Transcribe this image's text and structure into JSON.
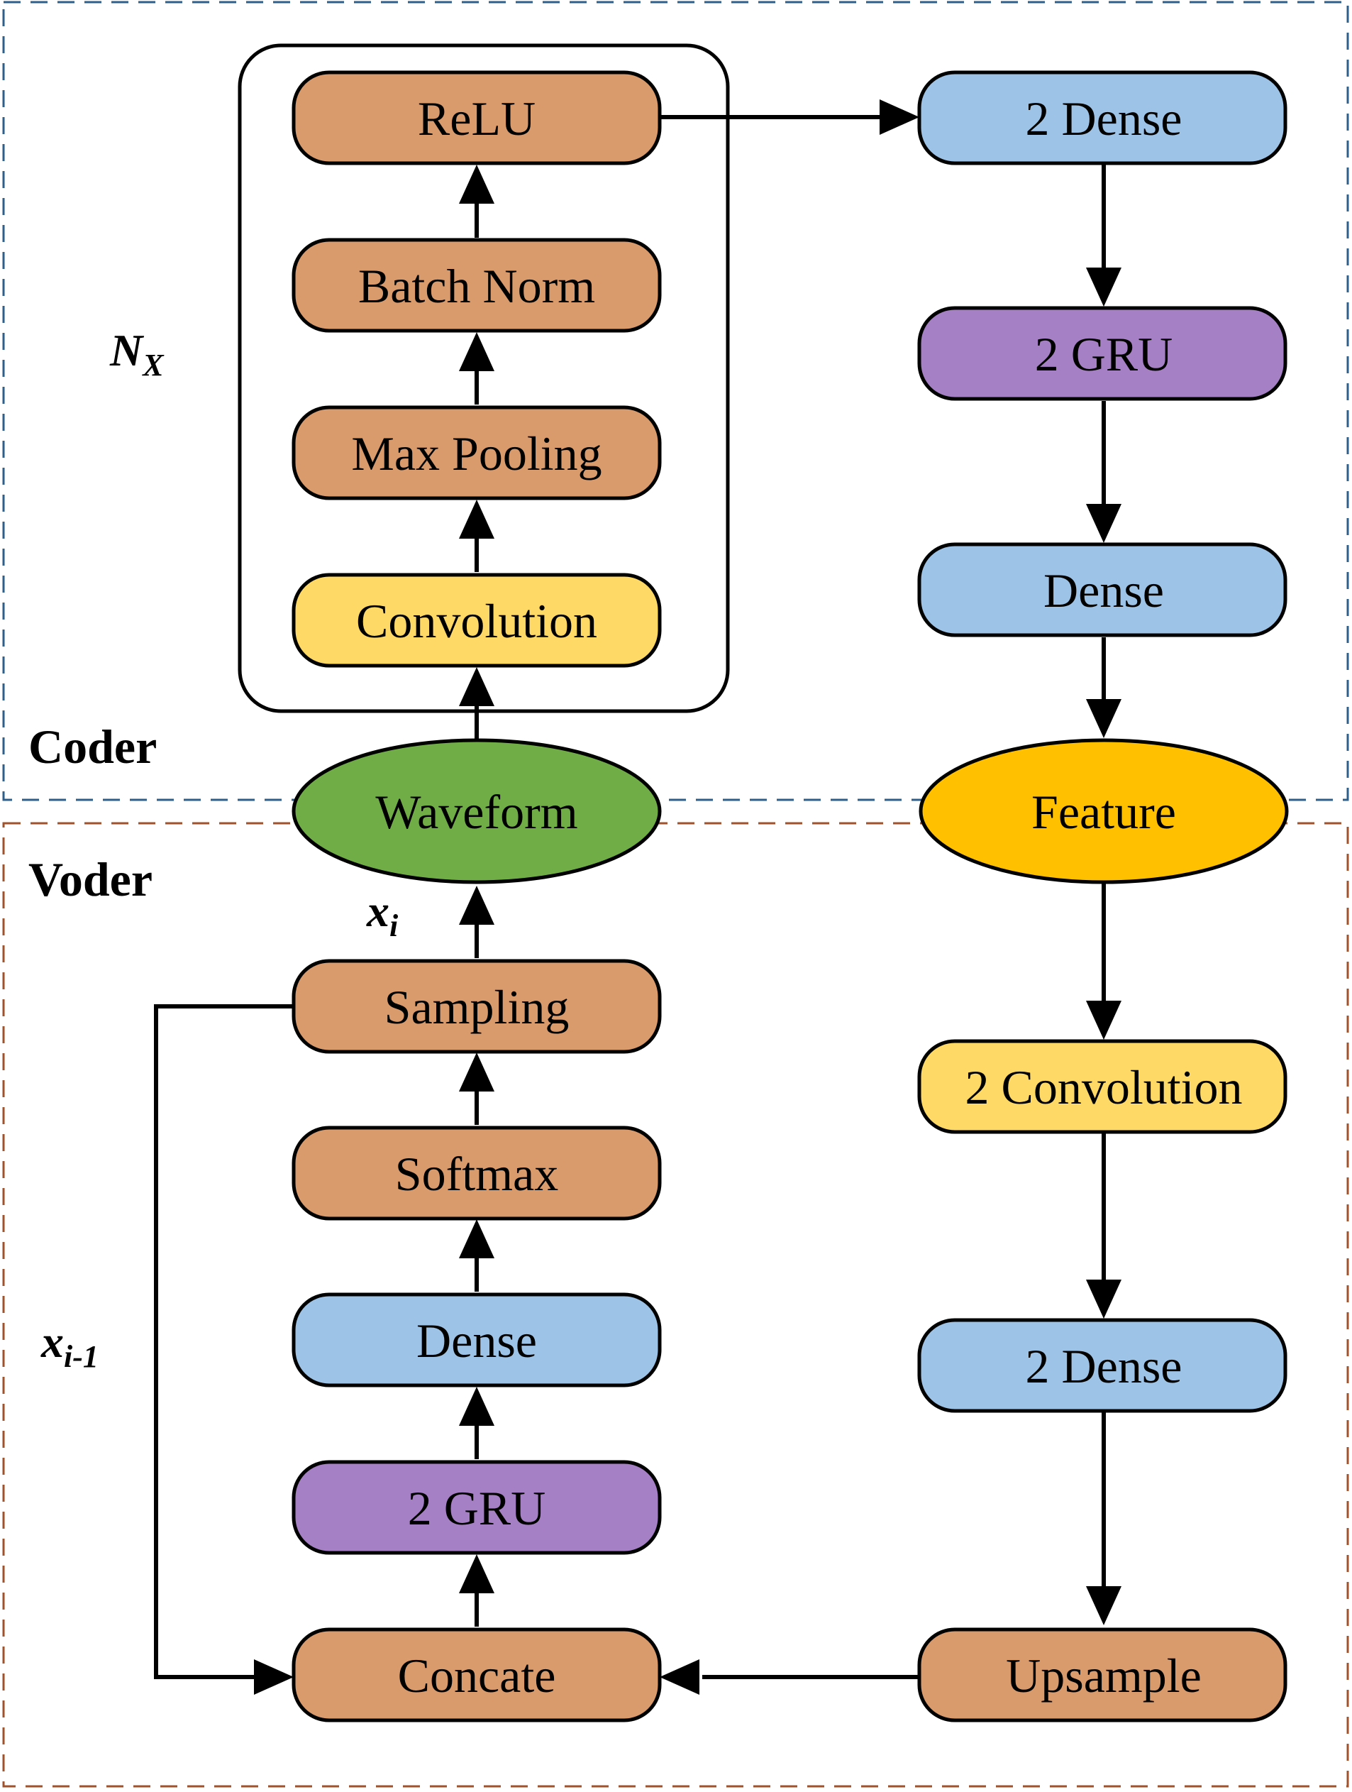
{
  "colors": {
    "orange": "#D99A6C",
    "yellow": "#FFD966",
    "blue": "#9DC3E6",
    "purple": "#A680C4",
    "green": "#70AD47",
    "gold": "#FFC000",
    "coder_border": "#2E5F8A",
    "voder_border": "#A0522D"
  },
  "sections": {
    "coder": "Coder",
    "voder": "Voder"
  },
  "labels": {
    "nx_main": "N",
    "nx_sub": "X",
    "xi_main": "x",
    "xi_sub": "i",
    "xim1_main": "x",
    "xim1_sub": "i-1"
  },
  "nodes": {
    "relu": "ReLU",
    "batch_norm": "Batch Norm",
    "max_pooling": "Max Pooling",
    "convolution": "Convolution",
    "waveform": "Waveform",
    "sampling": "Sampling",
    "softmax": "Softmax",
    "dense_left": "Dense",
    "gru_left": "2 GRU",
    "concate": "Concate",
    "dense2_top": "2 Dense",
    "gru_right": "2 GRU",
    "dense_right": "Dense",
    "feature": "Feature",
    "conv2": "2 Convolution",
    "dense2_bottom": "2 Dense",
    "upsample": "Upsample"
  }
}
